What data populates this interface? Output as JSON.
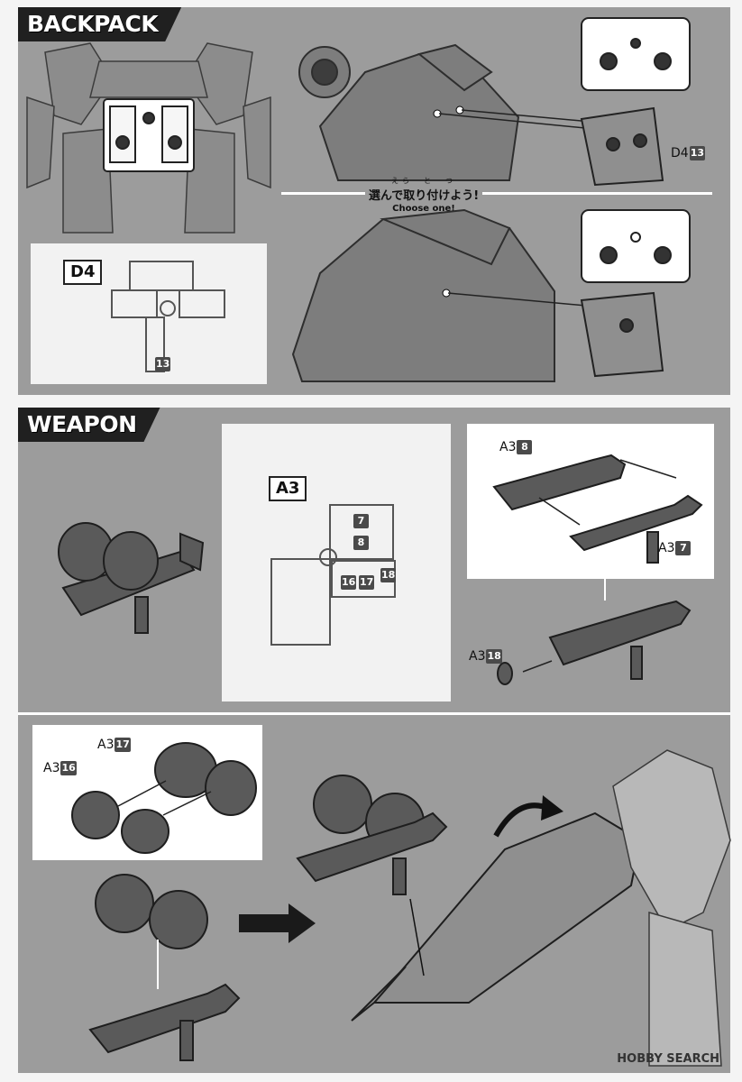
{
  "sections": {
    "backpack_title": "BACKPACK",
    "weapon_title": "WEAPON"
  },
  "backpack": {
    "runner_label": "D4",
    "runner_part": "13",
    "part_prefix": "D4",
    "part_num": "13",
    "choose_jp": "選んで取り付けよう!",
    "choose_ruby": "えら　と　つ",
    "choose_en": "Choose one!"
  },
  "weapon": {
    "runner_label": "A3",
    "runner_parts": [
      "7",
      "8",
      "16",
      "17",
      "18"
    ],
    "step1": {
      "a_prefix": "A3",
      "a_num": "8",
      "b_prefix": "A3",
      "b_num": "7"
    },
    "step2": {
      "prefix": "A3",
      "num": "18"
    },
    "step3": {
      "a_prefix": "A3",
      "a_num": "17",
      "b_prefix": "A3",
      "b_num": "16"
    }
  },
  "watermark": "HOBBY SEARCH",
  "colors": {
    "panel": "#9c9c9c",
    "tab": "#202020",
    "part": "#5a5a5a",
    "box": "#f2f2f2"
  }
}
